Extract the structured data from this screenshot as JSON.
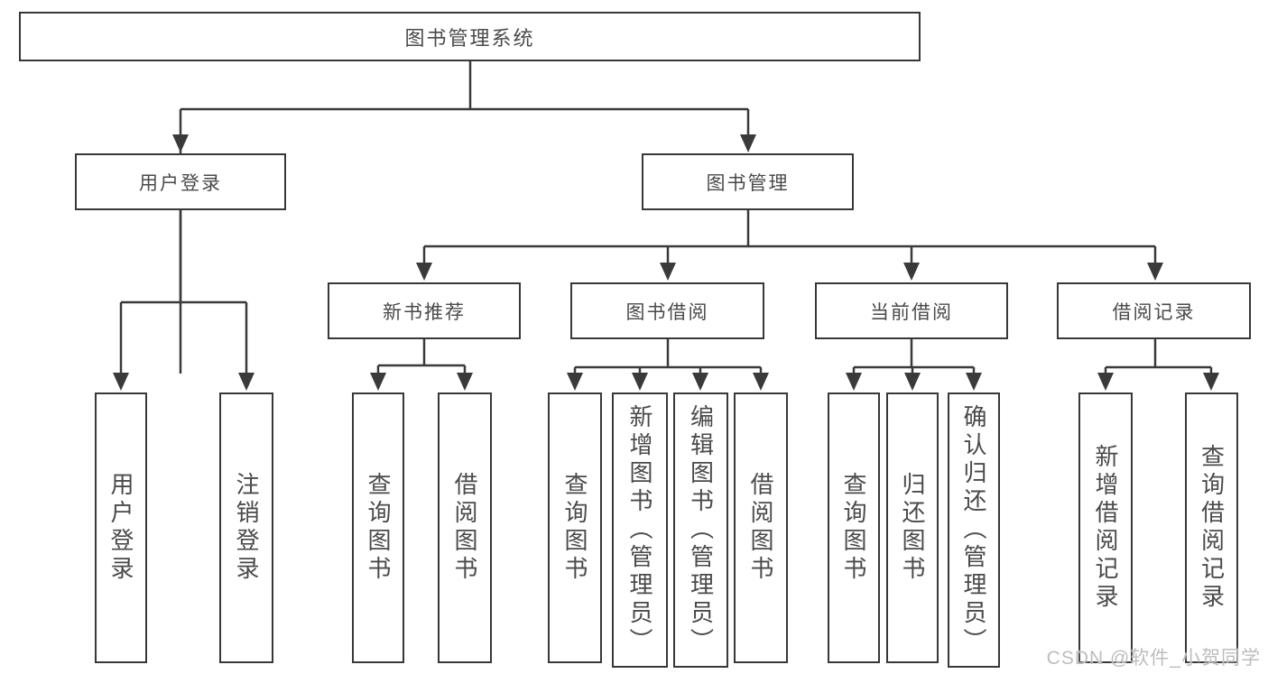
{
  "tree": {
    "root": {
      "label": "图书管理系统"
    },
    "branches": [
      {
        "label": "用户登录",
        "children": [
          {
            "label": "用户登录"
          },
          {
            "label": "注销登录"
          }
        ]
      },
      {
        "label": "图书管理",
        "children": [
          {
            "label": "新书推荐",
            "children": [
              {
                "label": "查询图书"
              },
              {
                "label": "借阅图书"
              }
            ]
          },
          {
            "label": "图书借阅",
            "children": [
              {
                "label": "查询图书"
              },
              {
                "label": "新增图书（管理员）"
              },
              {
                "label": "编辑图书（管理员）"
              },
              {
                "label": "借阅图书"
              }
            ]
          },
          {
            "label": "当前借阅",
            "children": [
              {
                "label": "查询图书"
              },
              {
                "label": "归还图书"
              },
              {
                "label": "确认归还（管理员）"
              }
            ]
          },
          {
            "label": "借阅记录",
            "children": [
              {
                "label": "新增借阅记录"
              },
              {
                "label": "查询借阅记录"
              }
            ]
          }
        ]
      }
    ]
  },
  "watermark": {
    "text": "CSDN @软件_小贺同学"
  },
  "colors": {
    "line": "#3a3a3a",
    "box_border": "#383838",
    "text": "#4a4a4a",
    "background": "#ffffff",
    "watermark": "#bdbdbd"
  }
}
